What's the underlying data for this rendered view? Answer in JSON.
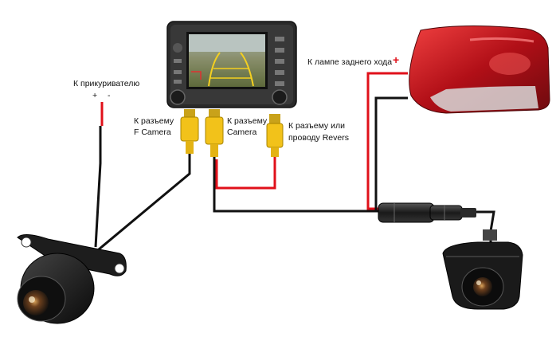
{
  "labels": {
    "lighter": "К прикуривателю",
    "lighter_plus": "+",
    "lighter_minus": "-",
    "f_camera_line1": "К разъему",
    "f_camera_line2": "F Camera",
    "camera_line1": "К разъему",
    "camera_line2": "Camera",
    "revers_line1": "К разъему или",
    "revers_line2": "проводу Revers",
    "reverse_lamp": "К лампе заднего хода",
    "reverse_lamp_plus": "+"
  },
  "colors": {
    "wire_black": "#111111",
    "wire_red": "#e0101a",
    "rca_yellow": "#f2c21a",
    "head_unit": "#2a2a2a",
    "tail_light": "#c0141e"
  },
  "icons": [
    "head-unit-icon",
    "front-camera-icon",
    "rear-camera-icon",
    "tail-light-icon",
    "rca-connector-icon",
    "inline-connector-icon"
  ]
}
